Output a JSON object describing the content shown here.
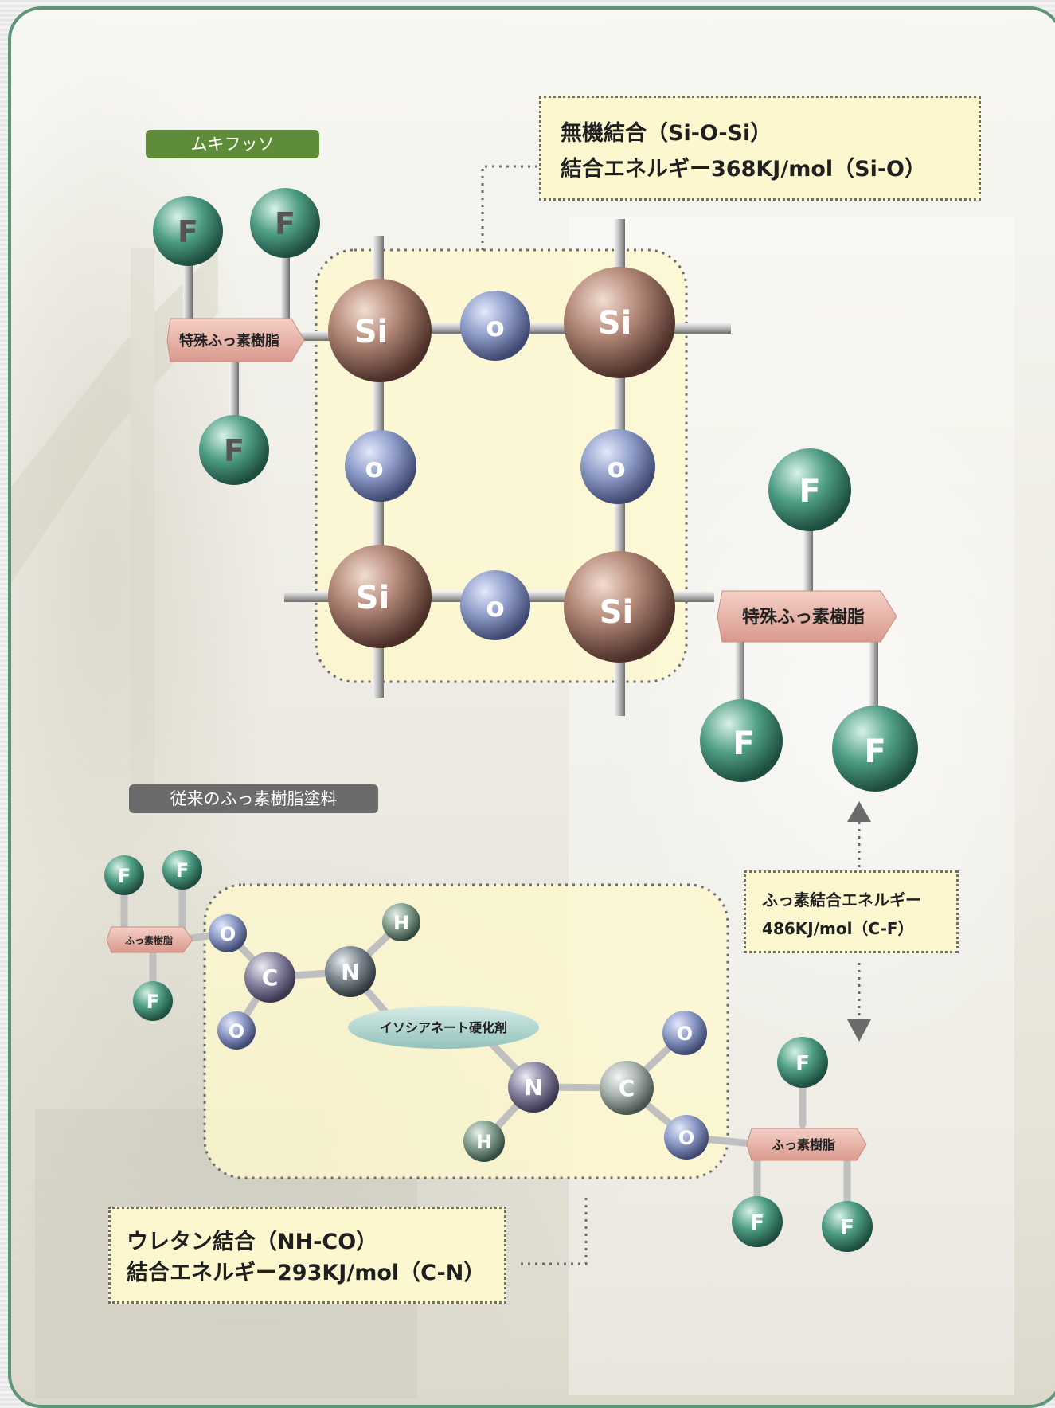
{
  "tags": {
    "mukifusso": "ムキフッソ",
    "conventional": "従来のふっ素樹脂塗料"
  },
  "callouts": {
    "inorganic": {
      "line1": "無機結合（Si-O-Si）",
      "line2": "結合エネルギー368KJ/mol（Si-O）"
    },
    "fluorine": {
      "line1": "ふっ素結合エネルギー",
      "line2": "486KJ/mol（C-F）"
    },
    "urethane": {
      "line1": "ウレタン結合（NH-CO）",
      "line2": "結合エネルギー293KJ/mol（C-N）"
    }
  },
  "molecule_labels": {
    "special_resin_1": "特殊ふっ素樹脂",
    "special_resin_2": "特殊ふっ素樹脂",
    "resin_small_1": "ふっ素樹脂",
    "resin_small_2": "ふっ素樹脂",
    "isocyanate": "イソシアネート硬化剤"
  },
  "atoms": {
    "silicon": "Si",
    "oxygen_upper": "o",
    "oxygen_lower": "O",
    "fluorine": "F",
    "carbon": "C",
    "nitrogen": "N",
    "hydrogen": "H"
  },
  "colors": {
    "frame_border": "#5f9479",
    "mukifusso_tag": "#5e8c38",
    "conventional_tag": "#6b6b6b",
    "callout_fill": "#fdf7cf",
    "silicon": "#b58a7a",
    "oxygen": "#8e9cc8",
    "fluorine": "#4f9e86",
    "resin_label": "#e9b3a8",
    "isocyanate_label": "#b6d6d1"
  }
}
